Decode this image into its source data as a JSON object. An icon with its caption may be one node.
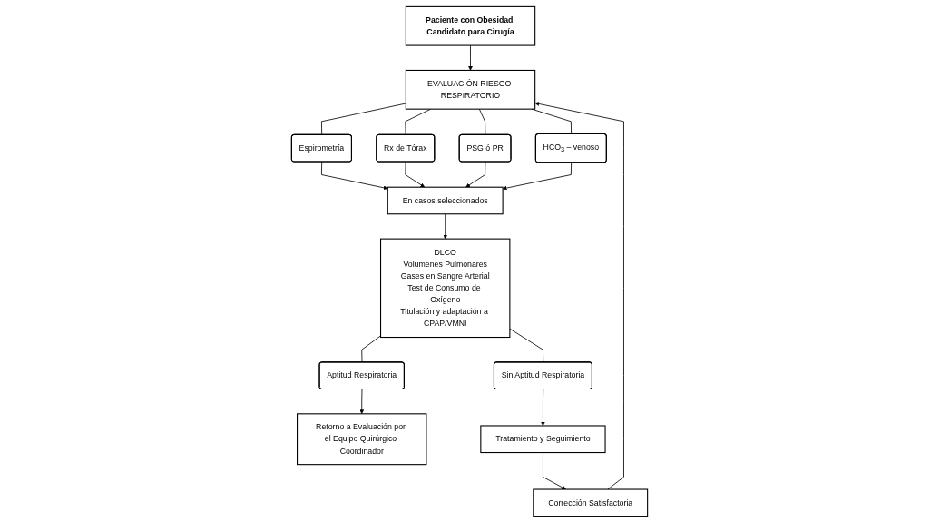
{
  "diagram": {
    "nodes": [
      {
        "text": [
          "Paciente con Obesidad Candidato para Cirugía"
        ]
      },
      {
        "text": [
          "EVALUACIÓN RIESGO RESPIRATORIO"
        ]
      },
      {
        "text": [
          "Espirometría"
        ]
      },
      {
        "text": [
          "Rx de Tórax"
        ]
      },
      {
        "text": [
          "PSG ó PR"
        ]
      },
      {
        "text": [
          "HCO$_{3}$ – venoso"
        ]
      },
      {
        "text": [
          "En casos seleccionados"
        ]
      },
      {
        "text": [
          "DLCO",
          "Volúmenes Pulmonares",
          "Gases en Sangre Arterial",
          "Test de Consumo de Oxígeno",
          "Titulación y adaptación a CPAP/VMNI"
        ]
      },
      {
        "text": [
          "Aptitud Respiratoria"
        ]
      },
      {
        "text": [
          "Sin Aptitud Respiratoria"
        ]
      },
      {
        "text": [
          "Retorno a Evaluación por el Equipo Quirúrgico Coordinador"
        ]
      },
      {
        "text": [
          "Tratamiento y Seguimiento"
        ]
      },
      {
        "text": [
          "Corrección Satisfactoria"
        ]
      }
    ],
    "edges": [
      {
        "from": 0,
        "to": 1,
        "arrow": "to"
      },
      {
        "from": 1,
        "to": 2,
        "arrow": "none"
      },
      {
        "from": 1,
        "to": 3,
        "arrow": "none"
      },
      {
        "from": 1,
        "to": 4,
        "arrow": "none"
      },
      {
        "from": 1,
        "to": 5,
        "arrow": "none"
      },
      {
        "from": 2,
        "to": 6,
        "arrow": "to"
      },
      {
        "from": 3,
        "to": 6,
        "arrow": "to"
      },
      {
        "from": 4,
        "to": 6,
        "arrow": "to"
      },
      {
        "from": 5,
        "to": 6,
        "arrow": "to"
      },
      {
        "from": 6,
        "to": 7,
        "arrow": "to"
      },
      {
        "from": 7,
        "to": 8,
        "arrow": "none"
      },
      {
        "from": 7,
        "to": 9,
        "arrow": "none"
      },
      {
        "from": 8,
        "to": 10,
        "arrow": "to"
      },
      {
        "from": 9,
        "to": 11,
        "arrow": "to"
      },
      {
        "from": 11,
        "to": 12,
        "arrow": "to"
      },
      {
        "from": 12,
        "to": 1,
        "arrow": "to"
      }
    ]
  }
}
